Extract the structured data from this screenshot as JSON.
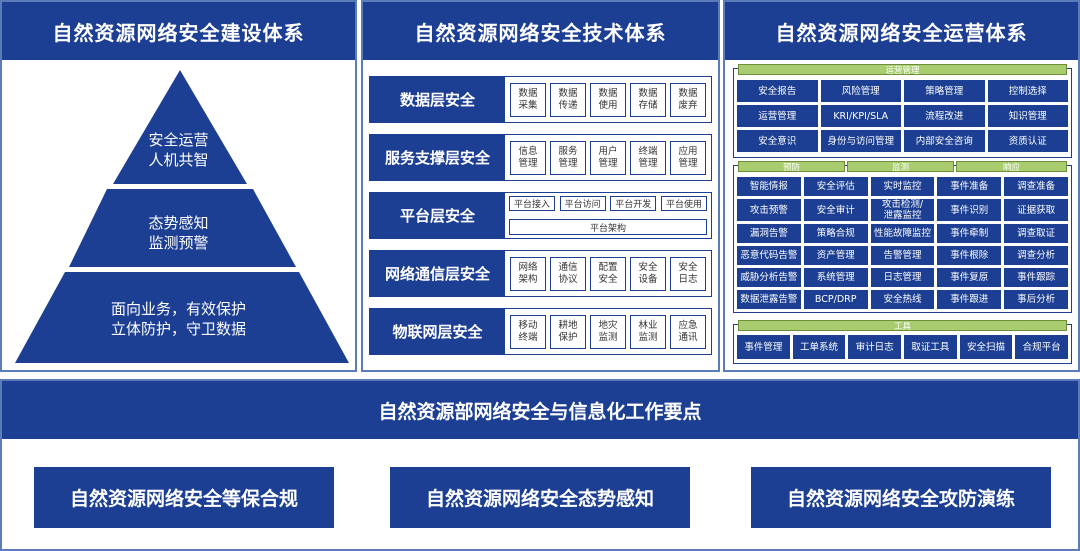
{
  "colors": {
    "primary_blue": "#1c3f94",
    "border_blue": "#5b7cb8",
    "green_bar": "#a9cd6e"
  },
  "left": {
    "title": "自然资源网络安全建设体系",
    "pyramid": [
      {
        "line1": "安全运营",
        "line2": "人机共智"
      },
      {
        "line1": "态势感知",
        "line2": "监测预警"
      },
      {
        "line1": "面向业务，有效保护",
        "line2": "立体防护，守卫数据"
      }
    ]
  },
  "middle": {
    "title": "自然资源网络安全技术体系",
    "rows": [
      {
        "label": "数据层安全",
        "items": [
          "数据\n采集",
          "数据\n传递",
          "数据\n使用",
          "数据\n存储",
          "数据\n废弃"
        ]
      },
      {
        "label": "服务支撑层安全",
        "items": [
          "信息\n管理",
          "服务\n管理",
          "用户\n管理",
          "终端\n管理",
          "应用\n管理"
        ]
      },
      {
        "label": "平台层安全",
        "top_items": [
          "平台接入",
          "平台访问",
          "平台开发",
          "平台使用"
        ],
        "base": "平台架构"
      },
      {
        "label": "网络通信层安全",
        "items": [
          "网络\n架构",
          "通信\n协议",
          "配置\n安全",
          "安全\n设备",
          "安全\n日志"
        ]
      },
      {
        "label": "物联网层安全",
        "items": [
          "移动\n终端",
          "耕地\n保护",
          "地灾\n监测",
          "林业\n监测",
          "应急\n通讯"
        ]
      }
    ]
  },
  "right": {
    "title": "自然资源网络安全运营体系",
    "ops_mgmt": {
      "header": "运营管理",
      "cells": [
        "安全报告",
        "风险管理",
        "策略管理",
        "控制选择",
        "运营管理",
        "KRI/KPI/SLA",
        "流程改进",
        "知识管理",
        "安全意识",
        "身份与访问管理",
        "内部安全咨询",
        "资质认证"
      ]
    },
    "pdr": {
      "headers": [
        "预防",
        "监测",
        "响应"
      ],
      "cells": [
        "智能情报",
        "安全评估",
        "实时监控",
        "事件准备",
        "调查准备",
        "攻击预警",
        "安全审计",
        "攻击检测/\n泄露监控",
        "事件识别",
        "证据获取",
        "漏洞告警",
        "策略合规",
        "性能故障监控",
        "事件牵制",
        "调查取证",
        "恶意代码告警",
        "资产管理",
        "告警管理",
        "事件根除",
        "调查分析",
        "威胁分析告警",
        "系统管理",
        "日志管理",
        "事件复原",
        "事件跟踪",
        "数据泄露告警",
        "BCP/DRP",
        "安全热线",
        "事件跟进",
        "事后分析"
      ]
    },
    "tools": {
      "header": "工具",
      "cells": [
        "事件管理",
        "工单系统",
        "审计日志",
        "取证工具",
        "安全扫描",
        "合规平台"
      ]
    }
  },
  "bottom": {
    "title": "自然资源部网络安全与信息化工作要点",
    "boxes": [
      "自然资源网络安全等保合规",
      "自然资源网络安全态势感知",
      "自然资源网络安全攻防演练"
    ]
  }
}
